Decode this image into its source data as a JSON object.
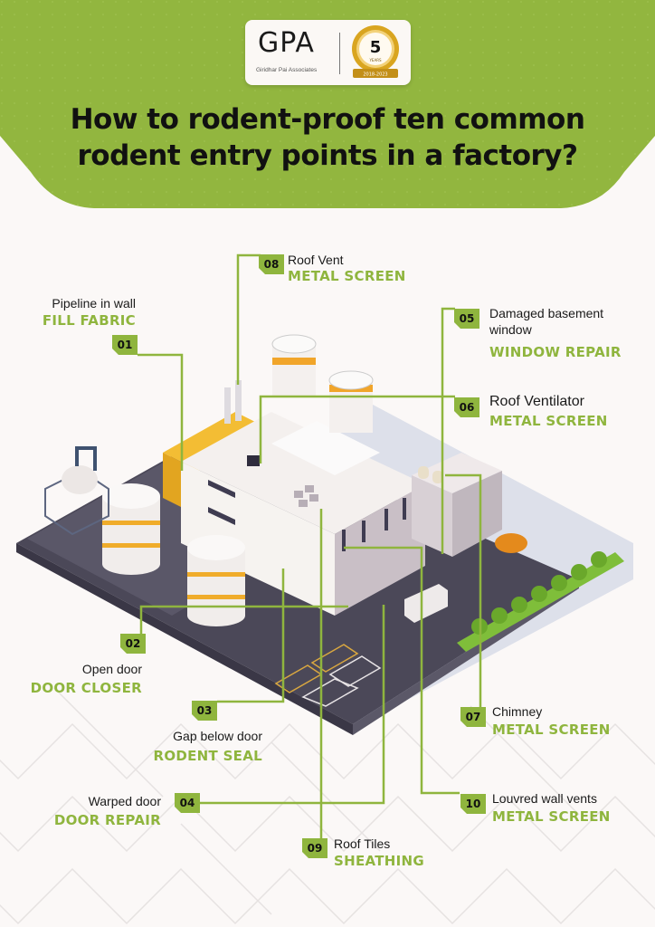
{
  "brand": {
    "logo_text": "GPA",
    "company_name": "Giridhar Pai Associates",
    "anniversary_number": "5",
    "anniversary_label": "YEARS",
    "anniversary_years": "2018-2023"
  },
  "colors": {
    "accent_green": "#8fb53e",
    "header_green": "#92b63f",
    "background": "#fbf8f7",
    "text_dark": "#111111"
  },
  "header": {
    "title_line1": "How to rodent-proof ten common",
    "title_line2": "rodent entry points in a factory?"
  },
  "callouts": [
    {
      "number": "01",
      "entry_point": "Pipeline in wall",
      "solution": "FILL FABRIC"
    },
    {
      "number": "02",
      "entry_point": "Open door",
      "solution": "DOOR CLOSER"
    },
    {
      "number": "03",
      "entry_point": "Gap below door",
      "solution": "RODENT SEAL"
    },
    {
      "number": "04",
      "entry_point": "Warped door",
      "solution": "DOOR REPAIR"
    },
    {
      "number": "05",
      "entry_point_line1": "Damaged basement",
      "entry_point_line2": "window",
      "solution": "WINDOW REPAIR"
    },
    {
      "number": "06",
      "entry_point": "Roof Ventilator",
      "solution": "METAL SCREEN"
    },
    {
      "number": "07",
      "entry_point": "Chimney",
      "solution": "METAL SCREEN"
    },
    {
      "number": "08",
      "entry_point": "Roof Vent",
      "solution": "METAL SCREEN"
    },
    {
      "number": "09",
      "entry_point": "Roof Tiles",
      "solution": "SHEATHING"
    },
    {
      "number": "10",
      "entry_point": "Louvred wall vents",
      "solution": "METAL SCREEN"
    }
  ],
  "illustration": {
    "subject": "isometric-factory-illustration"
  }
}
